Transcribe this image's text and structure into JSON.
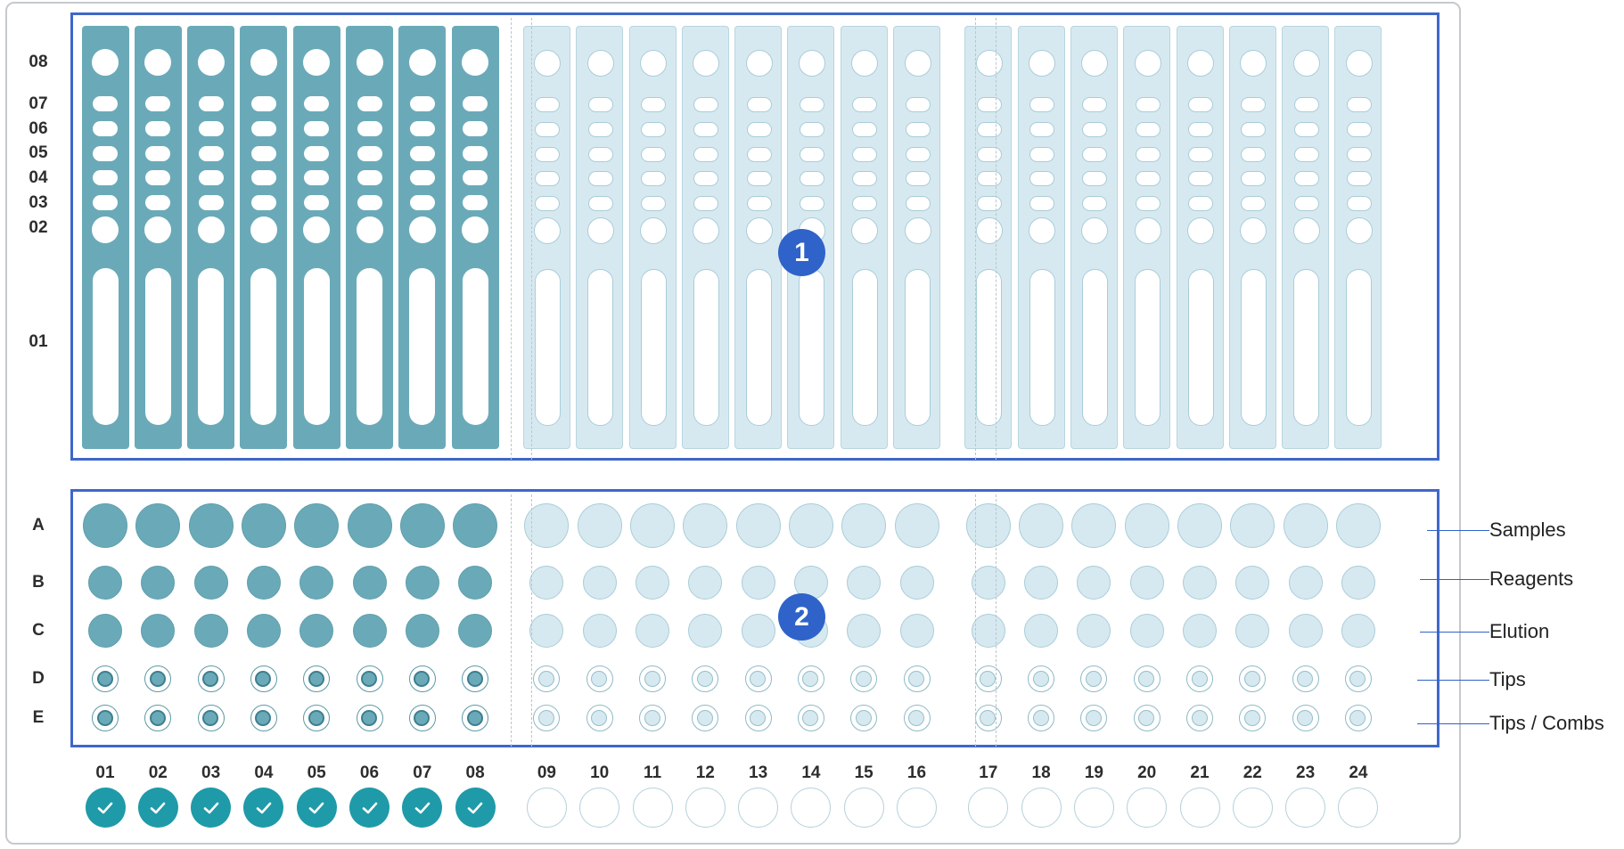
{
  "deck": {
    "rack_row_labels": [
      "08",
      "07",
      "06",
      "05",
      "04",
      "03",
      "02",
      "01"
    ],
    "plate_row_labels": [
      "A",
      "B",
      "C",
      "D",
      "E"
    ],
    "column_numbers": [
      "01",
      "02",
      "03",
      "04",
      "05",
      "06",
      "07",
      "08",
      "09",
      "10",
      "11",
      "12",
      "13",
      "14",
      "15",
      "16",
      "17",
      "18",
      "19",
      "20",
      "21",
      "22",
      "23",
      "24"
    ],
    "active_columns": [
      "01",
      "02",
      "03",
      "04",
      "05",
      "06",
      "07",
      "08"
    ],
    "colors": {
      "active": "#6aaab8",
      "inactive": "#d7e9f0",
      "highlight": "#3f67c9",
      "check": "#1f9aa8"
    }
  },
  "badges": {
    "rack": "1",
    "plate": "2"
  },
  "callouts": {
    "samples": "Samples",
    "reagents": "Reagents",
    "elution": "Elution",
    "tips": "Tips",
    "tips_combs": "Tips / Combs"
  },
  "icons": {
    "check": "check-icon"
  }
}
